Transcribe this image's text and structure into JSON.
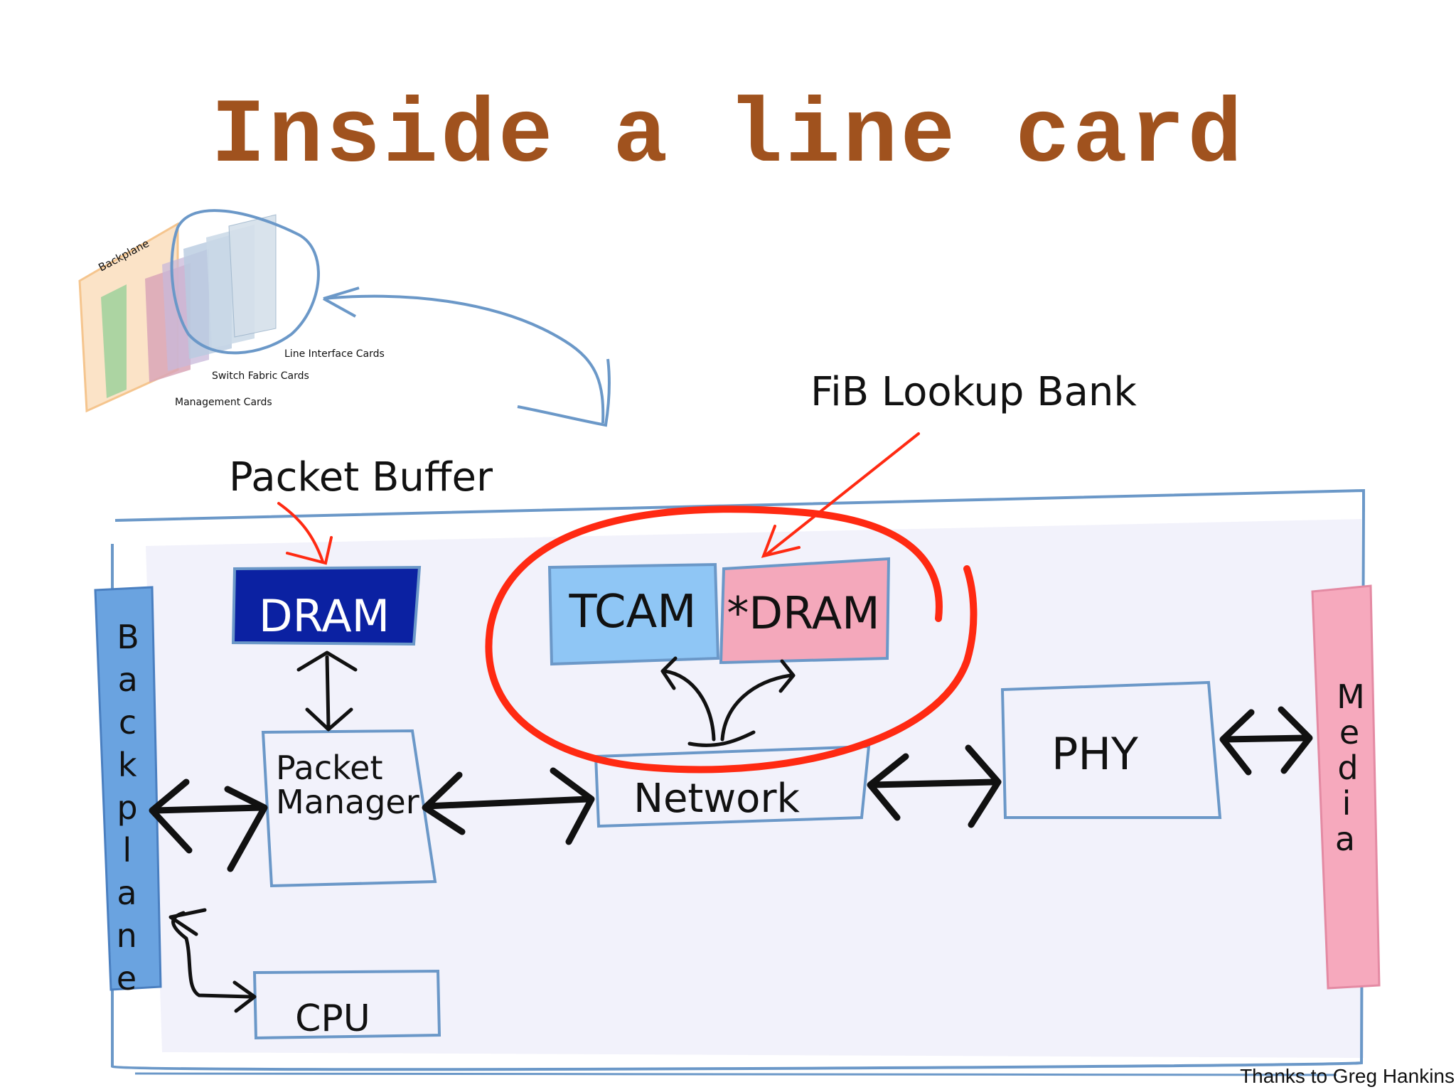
{
  "title": "Inside a line card",
  "chassis_sketch": {
    "backplane_label": "Backplane",
    "line_interface_label": "Line Interface Cards",
    "switch_fabric_label": "Switch Fabric Cards",
    "management_label": "Management Cards"
  },
  "labels": {
    "fib_lookup_bank": "FiB Lookup Bank",
    "packet_buffer": "Packet Buffer"
  },
  "blocks": {
    "dram": "DRAM",
    "tcam": "TCAM",
    "star_dram": "*DRAM",
    "packet_manager_line1": "Packet",
    "packet_manager_line2": "Manager",
    "network": "Network",
    "phy": "PHY",
    "cpu": "CPU",
    "backplane": "Backplane",
    "media": "Media"
  },
  "backplane_letters": [
    "B",
    "a",
    "c",
    "k",
    "p",
    "l",
    "a",
    "n",
    "e"
  ],
  "media_letters": [
    "M",
    "e",
    "d",
    "i",
    "a"
  ],
  "credit": "Thanks to Greg Hankins",
  "colors": {
    "title": "#a0521e",
    "board_fill": "#f2f2fb",
    "board_stroke": "#6b98c8",
    "dram_fill": "#0b21a2",
    "tcam_fill": "#8fc6f5",
    "star_dram_fill": "#f4a8bb",
    "backplane_fill": "#6aa3e0",
    "media_fill": "#f6a9bd",
    "highlight": "#ff2a12"
  }
}
